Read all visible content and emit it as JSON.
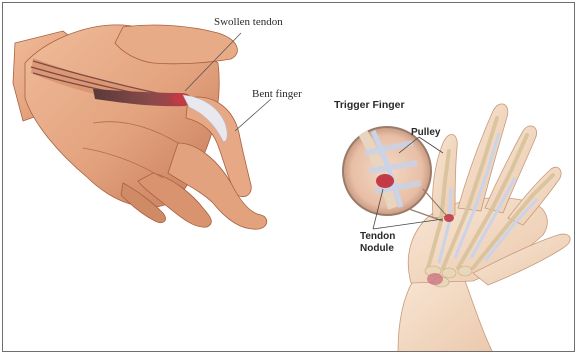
{
  "labels": {
    "swollen_tendon": "Swollen tendon",
    "bent_finger": "Bent finger",
    "trigger_finger_title": "Trigger Finger",
    "pulley": "Pulley",
    "tendon_nodule_line1": "Tendon",
    "tendon_nodule_line2": "Nodule"
  },
  "colors": {
    "skin": "#e3a27e",
    "skin_shadow": "#b86a4a",
    "skin_highlight": "#f2c3a3",
    "light_skin": "#f4dcc6",
    "bone": "#efe2c8",
    "tendon": "#c9d3ea",
    "inflamed": "#c23a46",
    "label_text": "#2a2a2a",
    "border": "#6f6f6f"
  }
}
